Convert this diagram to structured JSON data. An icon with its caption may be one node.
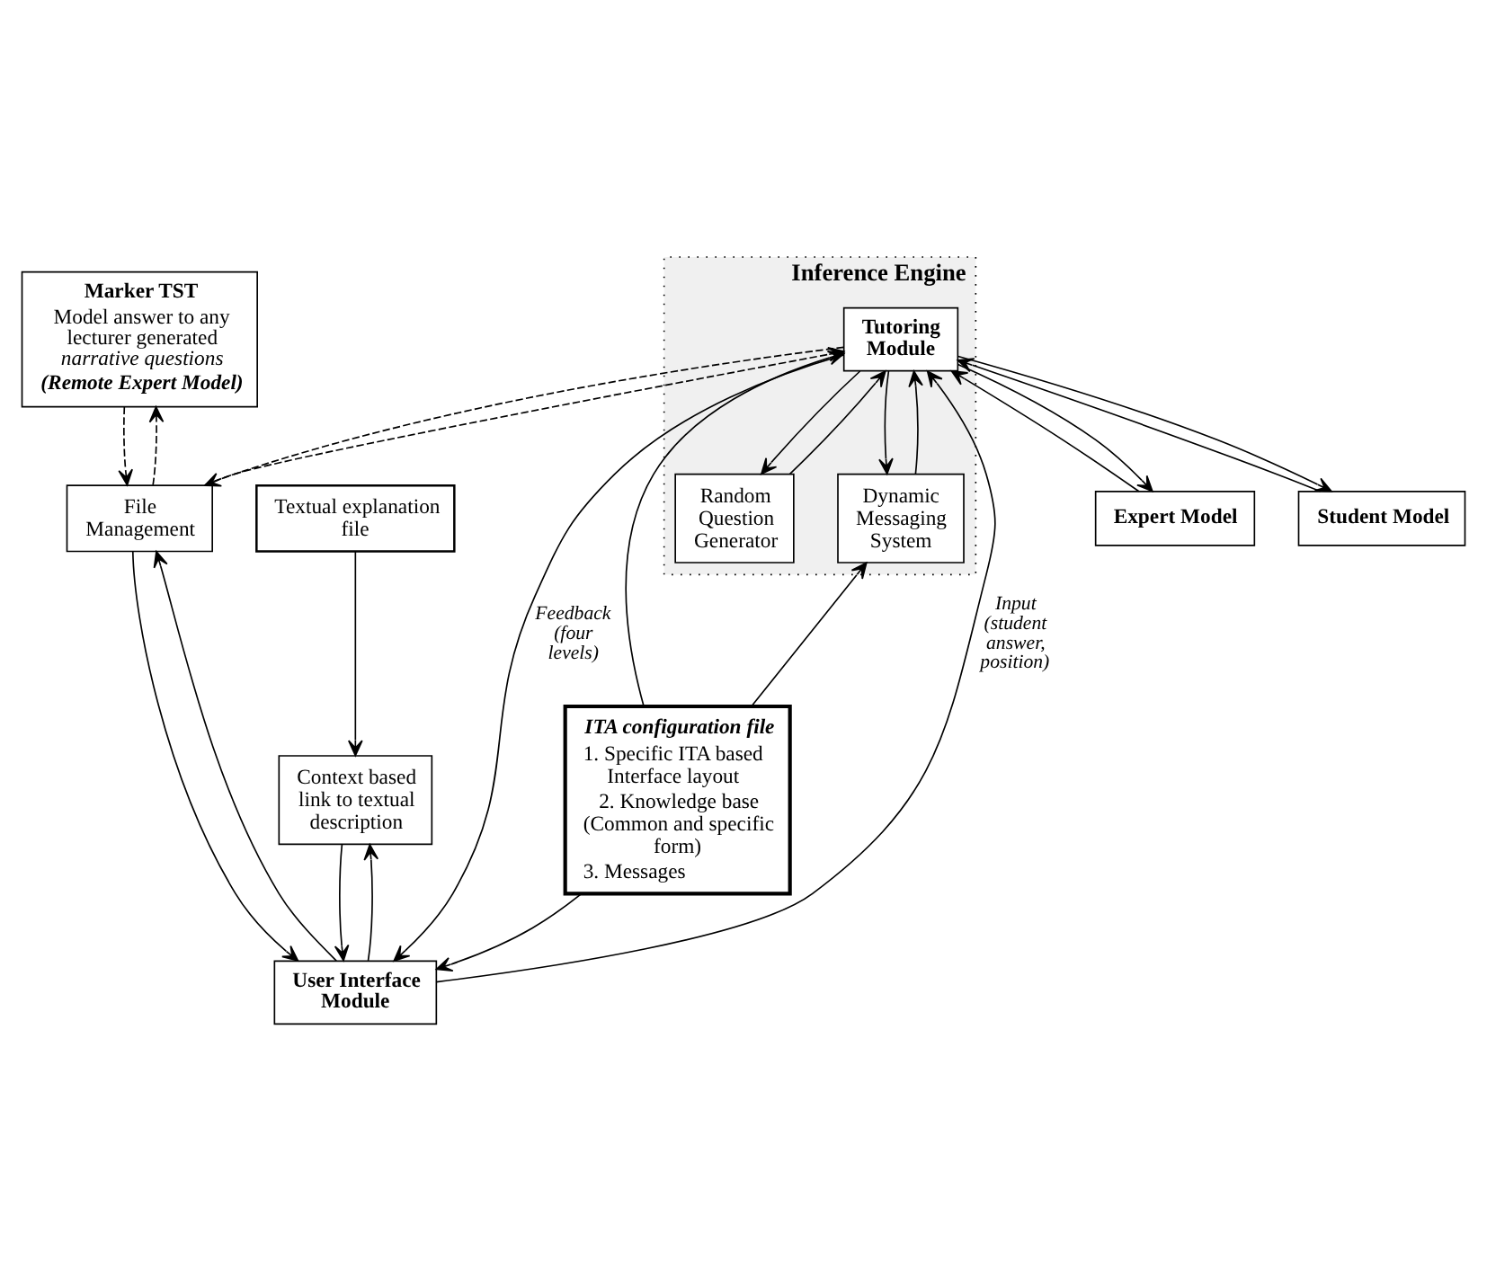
{
  "diagram": {
    "nodes": [
      {
        "text": [
          "Inference Engine"
        ]
      },
      {
        "text": [
          "Expert Model"
        ]
      },
      {
        "text": [
          "Student Model"
        ]
      },
      {
        "text": [
          "Tutoring Module"
        ],
        "in": 0
      },
      {
        "text": [
          "Random Question Generator"
        ],
        "in": 0
      },
      {
        "text": [
          "Dynamic Messaging System"
        ],
        "in": 0
      },
      {
        "text": [
          "Marker TST",
          "Model answer to any lecturer generated *narrative questions*",
          "(Remote Expert Model)"
        ]
      },
      {
        "text": [
          "File Management"
        ]
      },
      {
        "text": [
          "Context based link to textual description"
        ]
      },
      {
        "text": [
          "User Interface Module"
        ]
      },
      {
        "text": [
          "ITA configuration file",
          "1. Specific ITA based Interface layout",
          "2. Knowledge base (Common and specific form)",
          "3. Messages"
        ]
      },
      {
        "text": [
          "Textual explanation file"
        ]
      }
    ],
    "edges": [
      {
        "from": 1,
        "to": 3,
        "arrow": "to"
      },
      {
        "from": 3,
        "to": 1,
        "arrow": "to"
      },
      {
        "from": 2,
        "to": 3,
        "arrow": "to"
      },
      {
        "from": 3,
        "to": 2,
        "arrow": "to"
      },
      {
        "from": 3,
        "to": 4,
        "arrow": "to"
      },
      {
        "from": 4,
        "to": 3,
        "arrow": "to"
      },
      {
        "from": 3,
        "to": 5,
        "arrow": "to"
      },
      {
        "from": 5,
        "to": 3,
        "arrow": "to"
      },
      {
        "from": 6,
        "to": 7,
        "arrow": "to",
        "style": "dashed"
      },
      {
        "from": 7,
        "to": 6,
        "arrow": "to",
        "style": "dashed"
      },
      {
        "from": 3,
        "to": 7,
        "arrow": "to",
        "style": "dashed"
      },
      {
        "from": 7,
        "to": 3,
        "arrow": "to",
        "style": "dashed"
      },
      {
        "from": 3,
        "to": 9,
        "arrow": "to",
        "label": "Feedback (four levels)"
      },
      {
        "from": 9,
        "to": 3,
        "arrow": "to",
        "label": "Input (student answer, position)"
      },
      {
        "from": 7,
        "to": 9,
        "arrow": "to"
      },
      {
        "from": 9,
        "to": 7,
        "arrow": "to"
      },
      {
        "from": 9,
        "to": 8,
        "arrow": "to"
      },
      {
        "from": 8,
        "to": 9,
        "arrow": "to"
      },
      {
        "from": 10,
        "to": 3,
        "arrow": "to"
      },
      {
        "from": 10,
        "to": 5,
        "arrow": "to"
      },
      {
        "from": 10,
        "to": 9,
        "arrow": "to"
      },
      {
        "from": 11,
        "to": 8,
        "arrow": "to"
      }
    ]
  }
}
